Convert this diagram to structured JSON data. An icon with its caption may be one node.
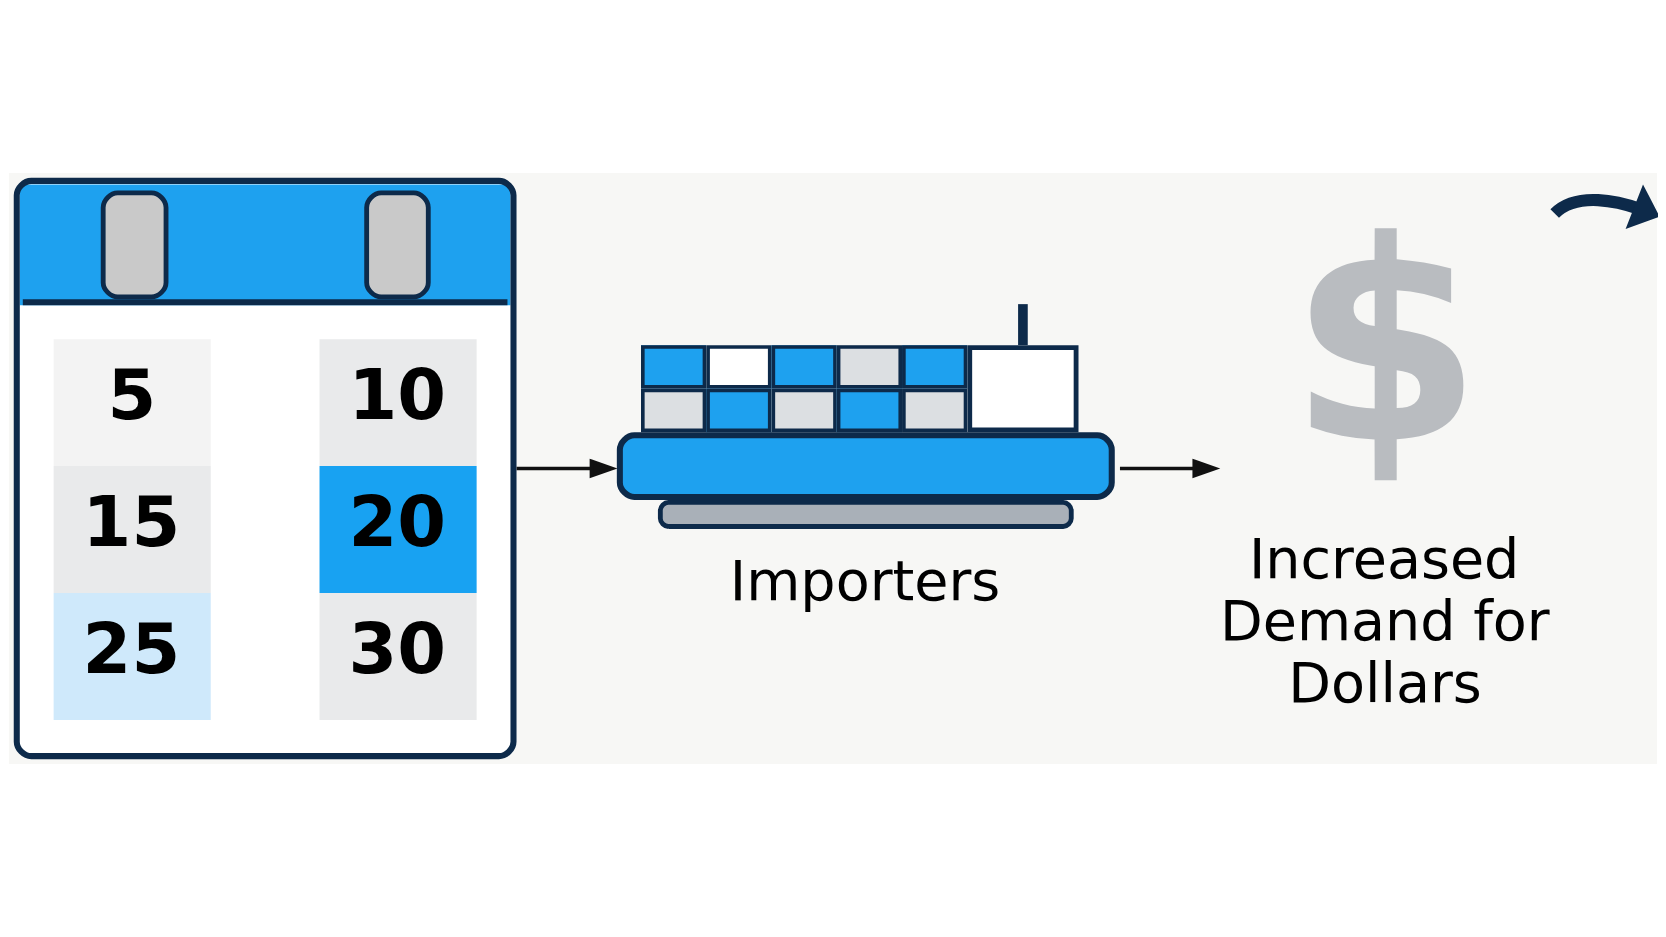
{
  "diagram": {
    "nodes": [
      {
        "text": [
          "5",
          "10",
          "15",
          "20",
          "25",
          "30"
        ]
      },
      {
        "text": [
          "Importers"
        ]
      },
      {
        "text": [
          "$",
          "Increased Demand for Dollars"
        ]
      }
    ],
    "edges": [
      {
        "from": 0,
        "to": 1,
        "arrow": "to"
      },
      {
        "from": 1,
        "to": 2,
        "arrow": "to"
      },
      {
        "from": 2,
        "to": null,
        "arrow": "to",
        "style": "thick",
        "color": "#0d2a4a"
      }
    ]
  }
}
